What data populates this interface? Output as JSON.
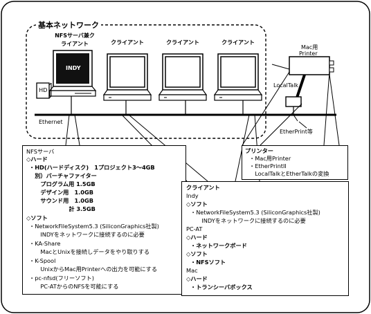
{
  "title": "基本ネットワーク",
  "nodes": {
    "server_label_1": "NFSサーバ兼ク",
    "server_label_2": "ライアント",
    "screen_text": "INDY",
    "hd_label": "HD",
    "clients": [
      "クライアント",
      "クライアント",
      "クライアント"
    ],
    "mac_printer_1": "Mac用",
    "mac_printer_2": "Printer",
    "localtalk": "LocalTalk",
    "ethernet": "Ethernet",
    "etherprint": "EtherPrint等"
  },
  "nfs_box": {
    "lines": [
      "NFSサーバ",
      "◇ハード",
      "・HD(ハードディスク)　1プロジェクト3～4GB",
      "　別）バーチャファイター",
      "　　プログラム用 1.5GB",
      "　　デザイン用　1.0GB",
      "　　サウンド用　1.0GB",
      "　　　　　　　計 3.5GB",
      "◇ソフト",
      "・NetworkFileSystem5.3 (SiliconGraphics社製)",
      "　　INDYをネットワークに接続するのに必要",
      "・KA-Share",
      "　　MacとUnixを接続しデータをやり取りする",
      "・K-Spool",
      "　　UnixからMac用Printerへの出力を可能にする",
      "・pc-nfsd(フリーソフト)",
      "　　PC-ATからのNFSを可能にする"
    ]
  },
  "printer_box": {
    "lines": [
      "プリンター",
      "・Mac用Printer",
      "・EtherPrintII",
      "　LocalTalkとEtherTalkの変換"
    ]
  },
  "client_box": {
    "lines": [
      "クライアント",
      "Indy",
      "◇ソフト",
      "・NetworkFileSystem5.3 (SiliconGraphics社製)",
      "　　INDYをネットワークに接続するのに必要",
      "PC-AT",
      "◇ハード",
      "・ネットワークボード",
      "◇ソフト",
      "・NFSソフト",
      "Mac",
      "◇ハード",
      "・トランシーバボックス"
    ]
  }
}
